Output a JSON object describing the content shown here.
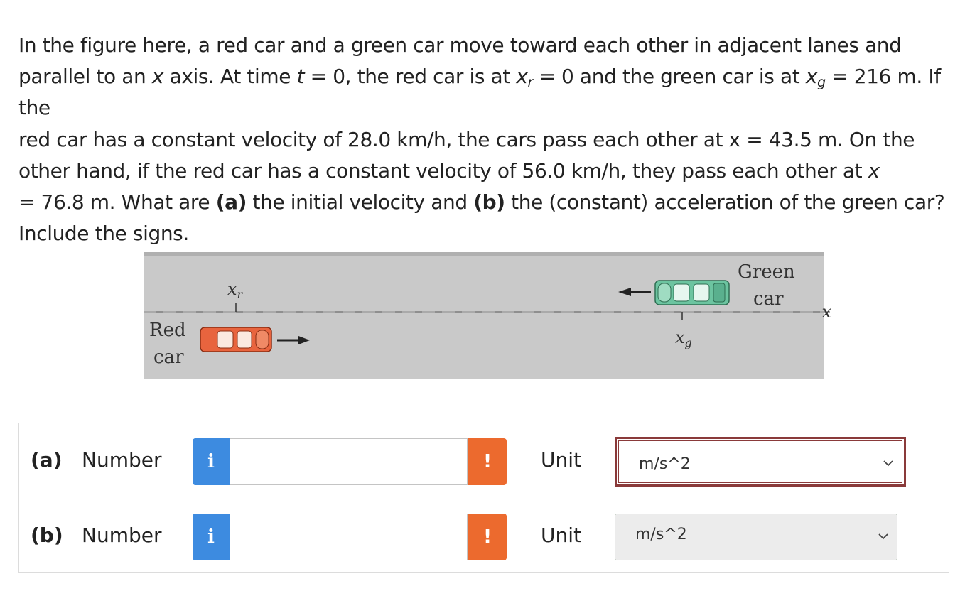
{
  "question": {
    "line1": "In the figure here, a red car and a green car move toward each other in adjacent lanes and",
    "line2_pre": "parallel to an ",
    "line2_x": "x",
    "line2_mid1": " axis. At time ",
    "line2_t": "t",
    "line2_mid2": " = 0, the red car is at ",
    "line2_xr": "x",
    "line2_r": "r",
    "line2_mid3": " = 0 and the green car is at ",
    "line2_xg": "x",
    "line2_g": "g",
    "line2_end": " = 216 m. If the",
    "line3": "red car has a constant velocity of 28.0 km/h, the cars pass each other at x = 43.5 m. On the",
    "line4_pre": "other hand, if the red car has a constant velocity of 56.0 km/h, they pass each other at ",
    "line4_x": "x",
    "line5_pre": "= 76.8 m. What are ",
    "line5_a": "(a)",
    "line5_mid": " the initial velocity and ",
    "line5_b": "(b)",
    "line5_end": " the (constant) acceleration of the green car?",
    "line6": "Include the signs."
  },
  "figure": {
    "red_label_1": "Red",
    "red_label_2": "car",
    "green_label_1": "Green",
    "green_label_2": "car",
    "xr_main": "x",
    "xr_sub": "r",
    "xg_main": "x",
    "xg_sub": "g",
    "axis_label": "x",
    "colors": {
      "red_car": "#e8643e",
      "green_car": "#6cc4a0",
      "road": "#c8c8c8"
    }
  },
  "answers": {
    "a": {
      "part": "(a)",
      "label": "Number",
      "info": "i",
      "warn": "!",
      "value": "",
      "unit_label": "Unit",
      "unit_selected": "m/s^2"
    },
    "b": {
      "part": "(b)",
      "label": "Number",
      "info": "i",
      "warn": "!",
      "value": "",
      "unit_label": "Unit",
      "unit_selected": "m/s^2"
    }
  }
}
